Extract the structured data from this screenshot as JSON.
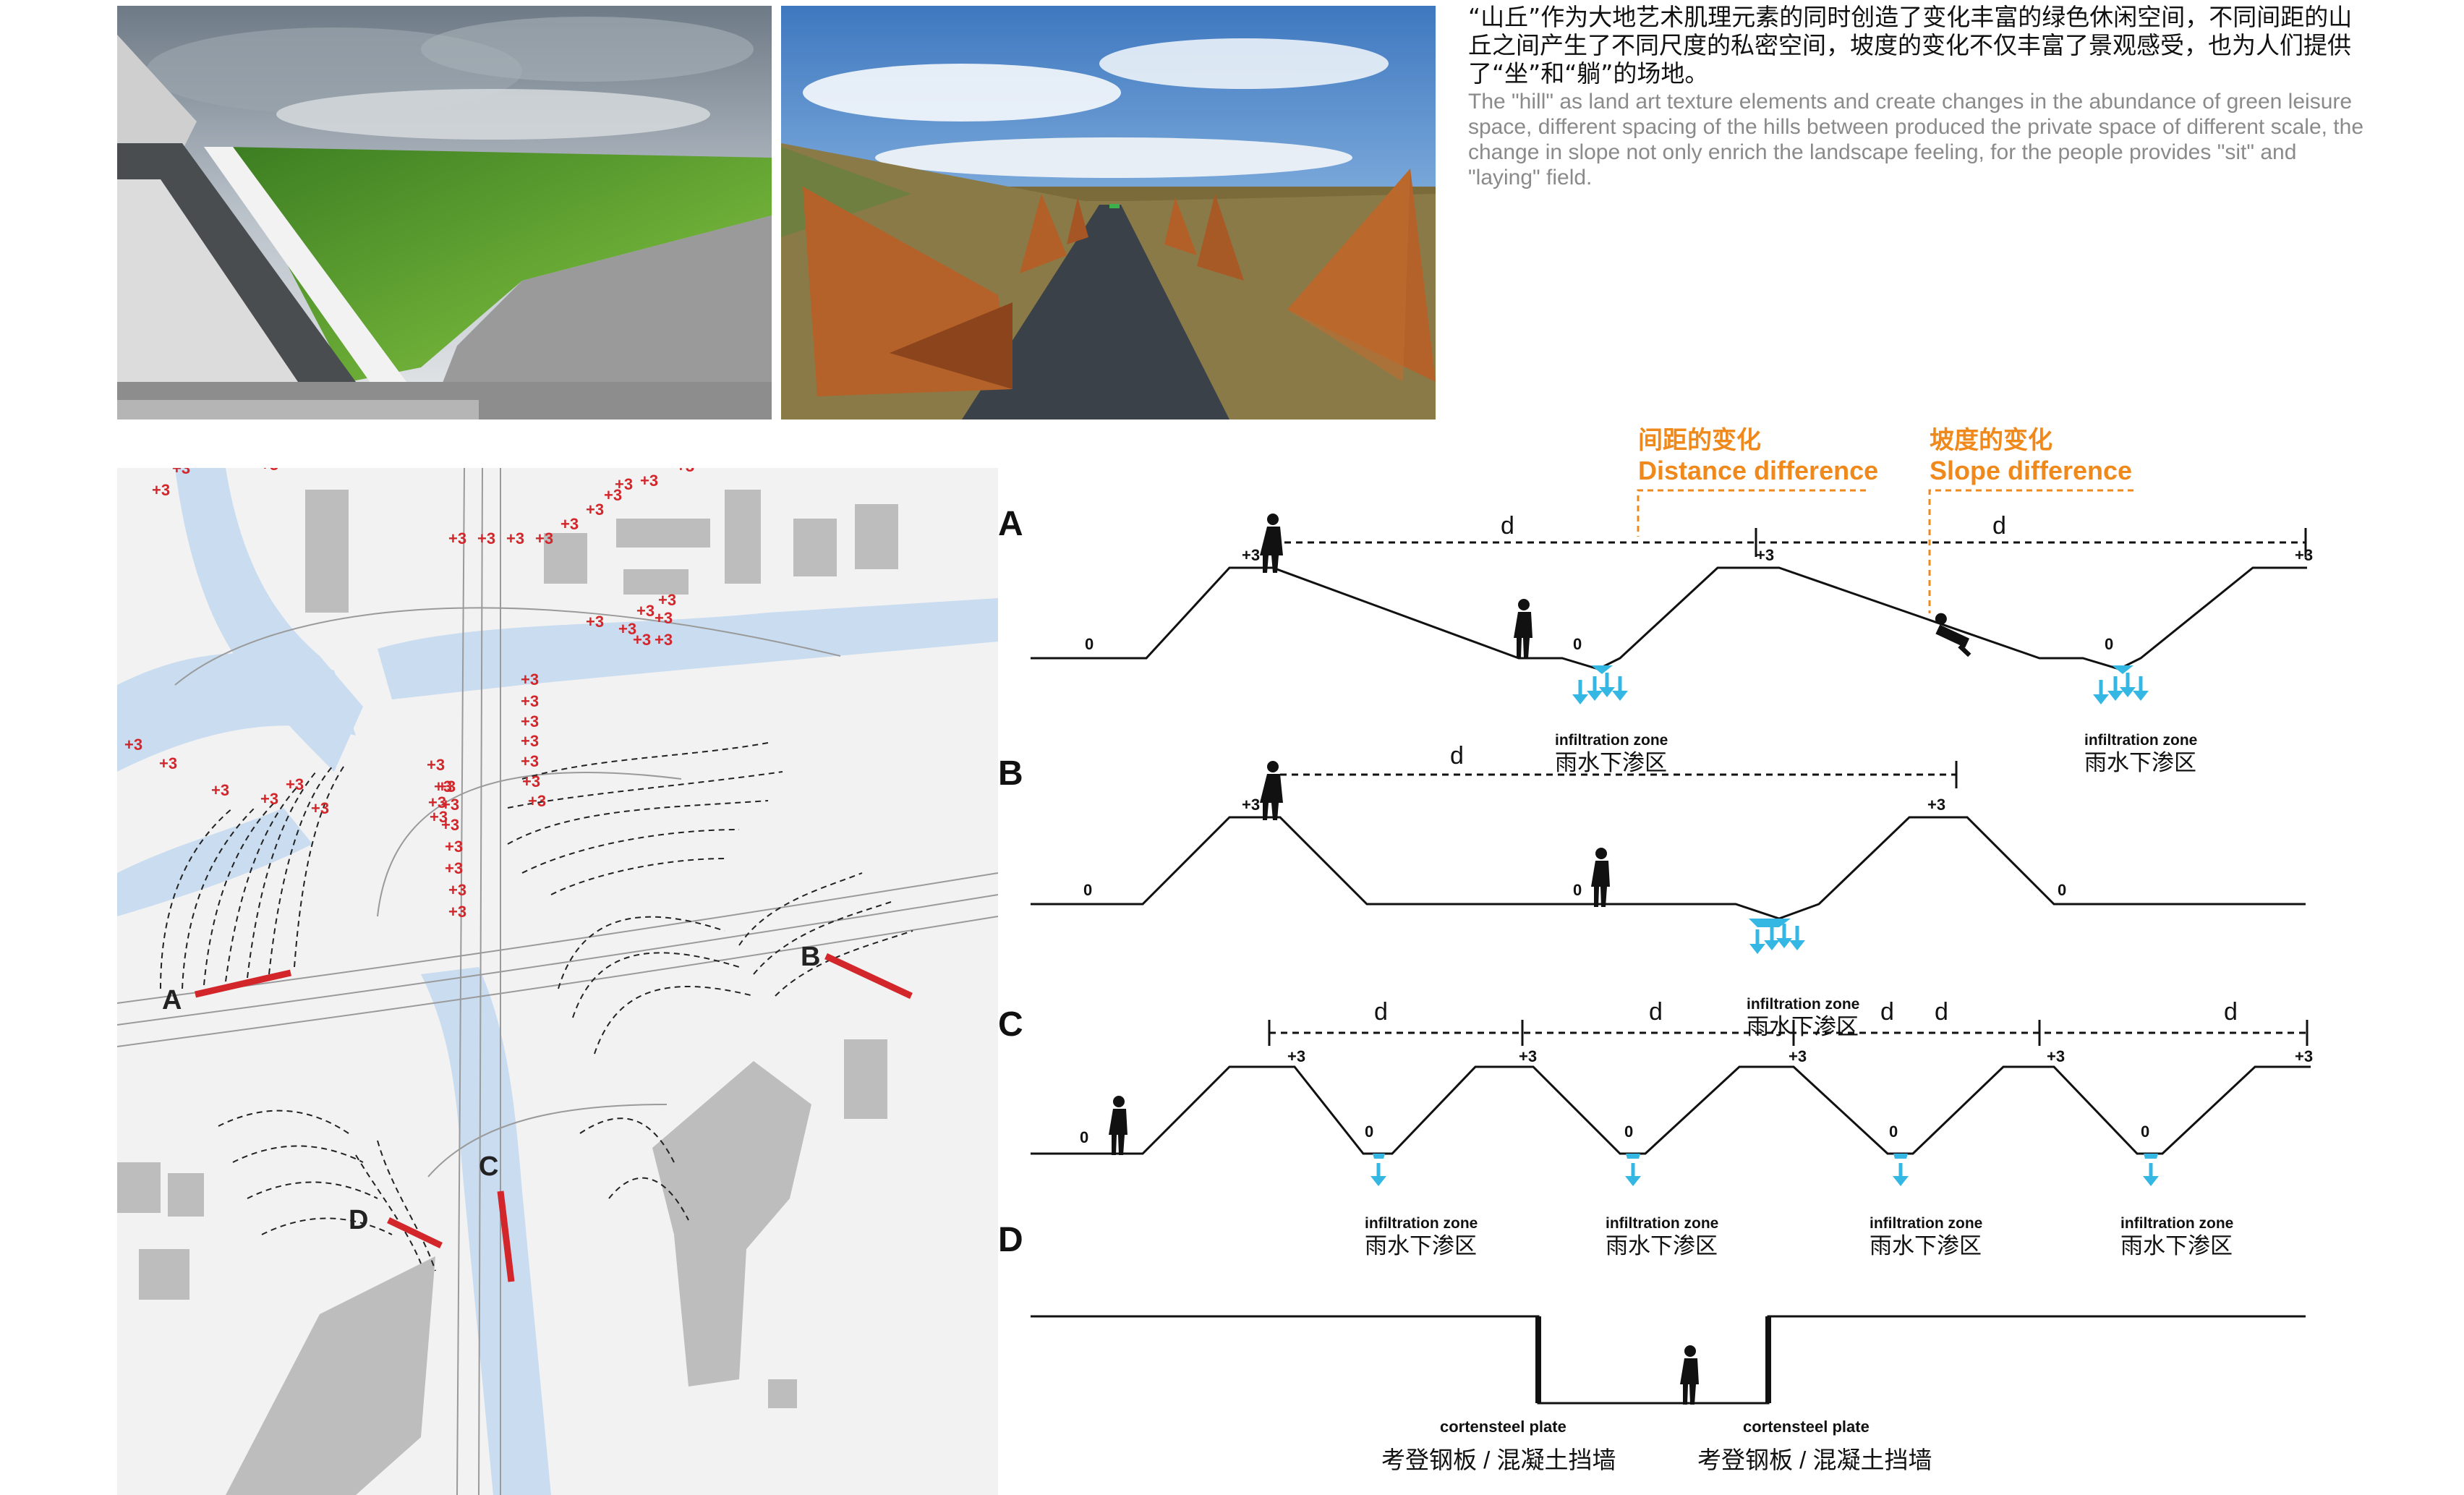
{
  "intro": {
    "chinese": "“山丘”作为大地艺术肌理元素的同时创造了变化丰富的绿色休闲空间，不同间距的山丘之间产生了不同尺度的私密空间，坡度的变化不仅丰富了景观感受，也为人们提供了“坐”和“躺”的场地。",
    "english": "The \"hill\" as land art texture elements and create changes in the abundance of green leisure space, different spacing of the hills between produced the private space of different scale, the change in slope not only enrich the landscape feeling, for the people provides \"sit\" and \"laying\" field."
  },
  "photos": [
    {
      "subject": "grass-berm-with-concrete-walls-photo"
    },
    {
      "subject": "corten-steel-pyramids-path-photo"
    }
  ],
  "plan": {
    "section_markers": [
      "A",
      "B",
      "C",
      "D"
    ],
    "elevation_label": "+3",
    "colors": {
      "marker": "#d3262b",
      "water": "#c9dcf0",
      "building": "#bdbdbd"
    }
  },
  "sections": {
    "annotations": {
      "distance_cn": "间距的变化",
      "distance_en": "Distance difference",
      "slope_cn": "坡度的变化",
      "slope_en": "Slope difference",
      "color": "#f0891c"
    },
    "labels": {
      "A": "A",
      "B": "B",
      "C": "C",
      "D": "D"
    },
    "spacing_label": "d",
    "level_high": "+3",
    "level_low": "0",
    "infiltration_en": "infiltration zone",
    "infiltration_cn": "雨水下渗区",
    "plate_en": "cortensteel plate",
    "plate_cn": "考登钢板 / 混凝土挡墙",
    "arrow_color": "#35b7e3"
  }
}
